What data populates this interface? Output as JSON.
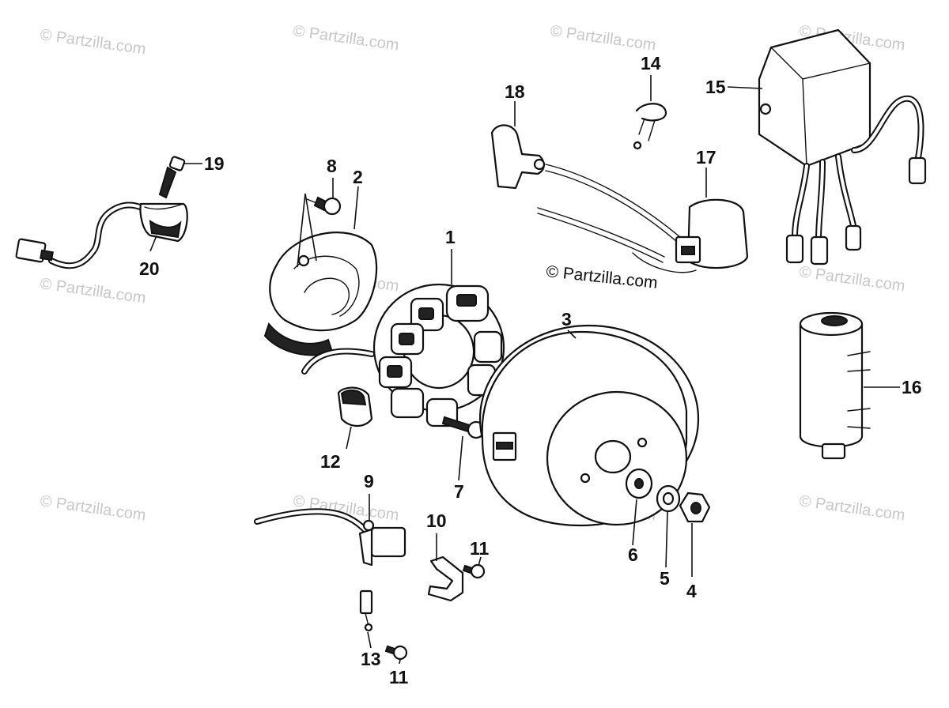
{
  "diagram": {
    "watermark_text": "© Partzilla.com",
    "center_watermark_text": "© Partzilla.com",
    "callouts": {
      "c1": "1",
      "c2": "2",
      "c3": "3",
      "c4": "4",
      "c5": "5",
      "c6": "6",
      "c7": "7",
      "c8": "8",
      "c9": "9",
      "c10": "10",
      "c11a": "11",
      "c11b": "11",
      "c12": "12",
      "c13": "13",
      "c14": "14",
      "c15": "15",
      "c16": "16",
      "c17": "17",
      "c18": "18",
      "c19": "19",
      "c20": "20"
    }
  }
}
